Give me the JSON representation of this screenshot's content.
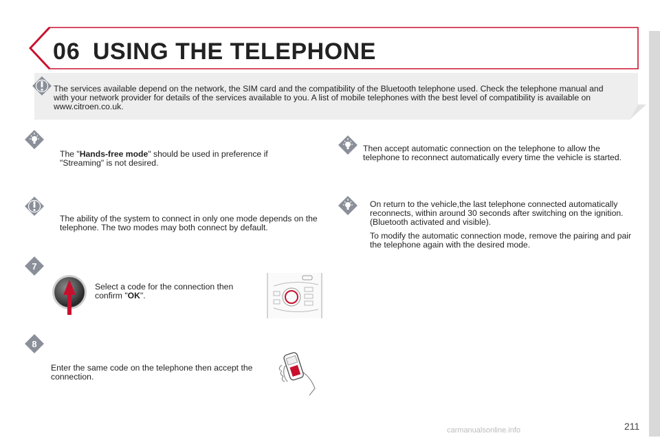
{
  "header": {
    "chapter_number": "06",
    "title": "USING THE TELEPHONE"
  },
  "notice": {
    "text": "The services available depend on the network, the SIM card and the compatibility of the Bluetooth telephone used. Check the telephone manual and with your network provider for details of the services available to you. A list of mobile telephones with the best level of compatibility is available on www.citroen.co.uk."
  },
  "left_column": {
    "tip_prefix": "The \"",
    "tip_bold": "Hands-free mode",
    "tip_suffix": "\" should be used in preference if \"Streaming\" is not desired.",
    "warning_text": "The ability of the system to connect in only one mode depends on the telephone. The two modes may both connect by default.",
    "step7_number": "7",
    "step7_prefix": "Select a code for the connection then confirm \"",
    "step7_bold": "OK",
    "step7_suffix": "\".",
    "step8_number": "8",
    "step8_text": "Enter the same code on the telephone then accept the connection."
  },
  "right_column": {
    "tip1_text": "Then accept automatic connection on the telephone to allow the telephone to reconnect automatically every time the vehicle is started.",
    "tip2_para1": "On return to the vehicle,the last telephone connected automatically reconnects, within around 30 seconds after switching on the ignition. (Bluetooth activated and visible).",
    "tip2_para2": "To modify the automatic connection mode, remove the pairing and pair the telephone again with the desired mode."
  },
  "footer": {
    "page_number": "211",
    "watermark": "carmanualsonline.info"
  },
  "colors": {
    "accent_red": "#c8102e",
    "icon_grey": "#8a8f99",
    "light_grey": "#d9d9d9"
  },
  "icons": {
    "warning": "exclamation-icon",
    "tip": "lightbulb-icon",
    "knob": "rotary-knob-icon",
    "phone": "mobile-phone-hand-icon"
  }
}
